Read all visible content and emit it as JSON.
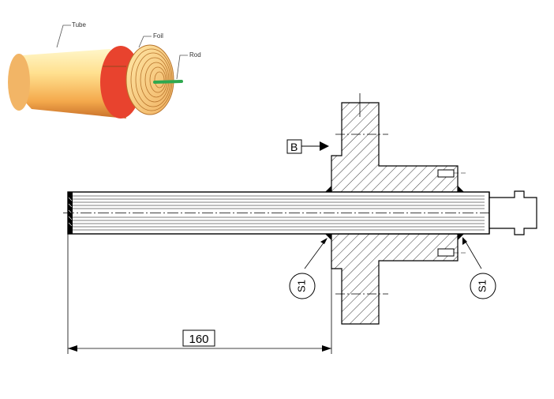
{
  "illustration": {
    "labels": {
      "tube": "Tube",
      "foil": "Foil",
      "rod": "Rod"
    },
    "colors": {
      "tube_light": "#fff3b8",
      "tube_mid": "#ffd27a",
      "tube_dark": "#d98a3a",
      "foil_edge": "#e8432e",
      "rod": "#2fa84f"
    }
  },
  "drawing": {
    "datum_label": "B",
    "weld_symbol_left": "S1",
    "weld_symbol_right": "S1",
    "dimension_value": "160"
  }
}
